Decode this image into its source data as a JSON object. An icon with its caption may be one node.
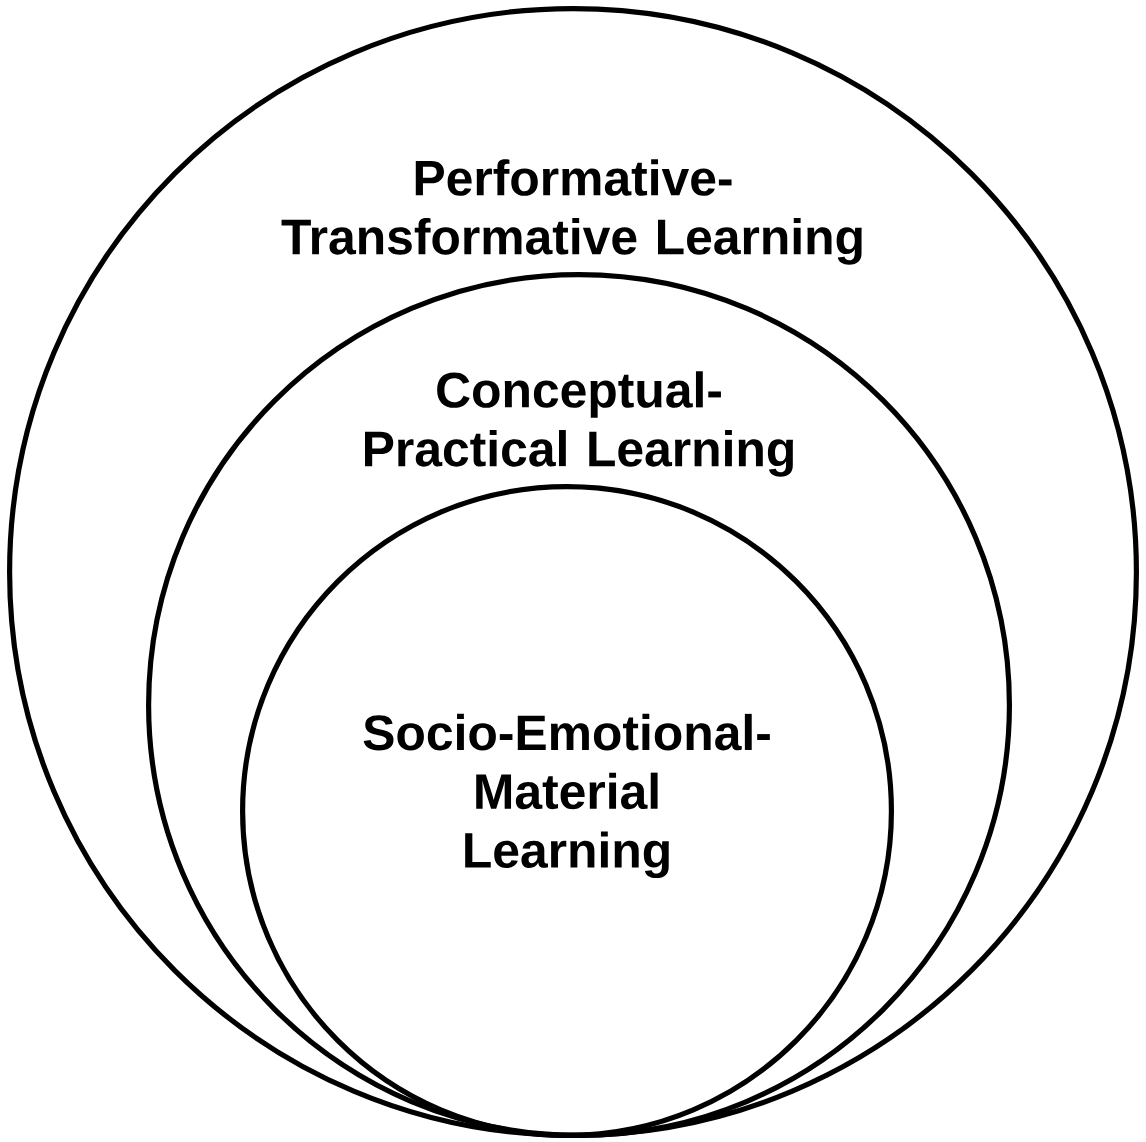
{
  "diagram": {
    "nodes": [
      {
        "text": [
          "Performative-Transformative Learning"
        ]
      },
      {
        "text": [
          "Conceptual-Practical Learning"
        ],
        "in": 0
      },
      {
        "text": [
          "Socio-Emotional-Material Learning"
        ],
        "in": 1
      }
    ]
  }
}
